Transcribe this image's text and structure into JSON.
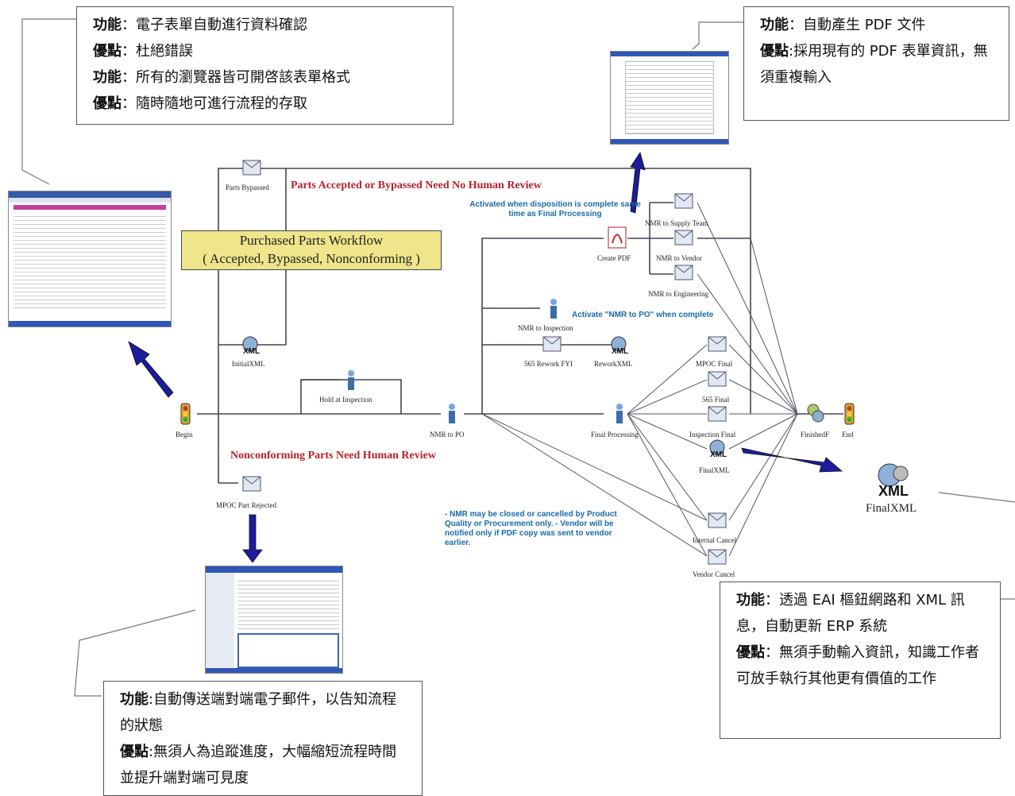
{
  "callouts": {
    "top_left": {
      "lines": [
        {
          "label": "功能",
          "text": "：電子表單自動進行資料確認"
        },
        {
          "label": "優點",
          "text": "：杜絕錯誤"
        },
        {
          "label": "功能",
          "text": "：所有的瀏覽器皆可開啓該表單格式"
        },
        {
          "label": "優點",
          "text": "：隨時隨地可進行流程的存取"
        }
      ]
    },
    "top_right": {
      "p1_label": "功能",
      "p1_text": "：自動產生 PDF 文件",
      "p2_label": "優點",
      "p2_text": ":採用現有的 PDF 表單資訊，無須重複輸入"
    },
    "bottom_left": {
      "p1_label": "功能",
      "p1_text": ":自動傳送端對端電子郵件，以告知流程的狀態",
      "p2_label": "優點",
      "p2_text": ":無須人為追蹤進度，大幅縮短流程時間並提升端對端可見度"
    },
    "bottom_right": {
      "p1_label": "功能",
      "p1_text": "：透過 EAI 樞鈕網路和 XML 訊息，自動更新 ERP 系統",
      "p2_label": "優點",
      "p2_text": "：無須手動輸入資訊，知識工作者可放手執行其他更有價值的工作"
    }
  },
  "workflow": {
    "title_line1": "Purchased Parts Workflow",
    "title_line2": "( Accepted, Bypassed, Nonconforming )",
    "section_accepted": "Parts Accepted or Bypassed Need No Human Review",
    "section_nonconforming": "Nonconforming Parts Need Human Review",
    "note_pdf": "Activated when disposition is complete same time as Final Processing",
    "note_nmr_po": "Activate \"NMR to PO\" when complete",
    "note_closing": "- NMR may be closed or cancelled by Product Quality or Procurement only. - Vendor will be notified only if PDF copy was sent to vendor earlier.",
    "nodes": {
      "parts_bypassed": "Parts Bypassed",
      "initial_xml": "InitialXML",
      "begin": "Begin",
      "hold_inspection": "Hold at Inspection",
      "nmr_to_po": "NMR to PO",
      "mpoc_rejected": "MPOC Part Rejected",
      "create_pdf": "Create PDF",
      "nmr_supply": "NMR to Supply Team",
      "nmr_vendor": "NMR to Vendor",
      "nmr_engineering": "NMR to Engineering",
      "nmr_inspection": "NMR to Inspection",
      "rework_fyi": "565 Rework FYI",
      "rework_xml": "ReworkXML",
      "final_processing": "Final Processing",
      "mpoc_final": "MPOC Final",
      "final_565": "565 Final",
      "inspection_final": "Inspection Final",
      "final_xml_small": "FinalXML",
      "internal_cancel": "Internal Cancel",
      "vendor_cancel": "Vendor Cancel",
      "finished": "FinishedF",
      "end": "End",
      "final_xml_big": "FinalXML"
    }
  },
  "colors": {
    "red_label": "#b8202a",
    "blue_note": "#1a6aa8",
    "arrow": "#1c1c9c",
    "title_bg": "#efe58a"
  }
}
